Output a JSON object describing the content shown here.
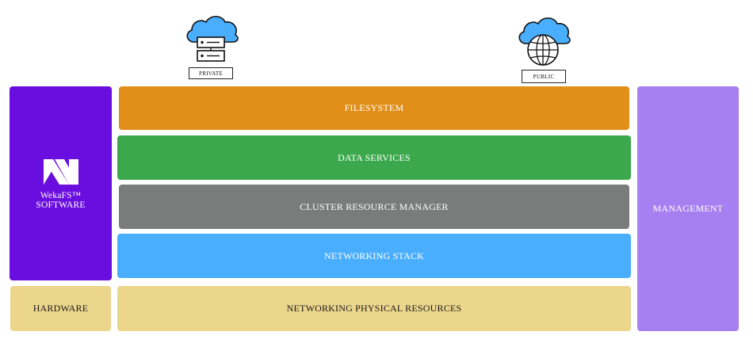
{
  "clouds": {
    "private": {
      "label": "PRIVATE",
      "icon": "server-cloud-icon"
    },
    "public": {
      "label": "PUBLIC",
      "icon": "globe-cloud-icon"
    }
  },
  "left": {
    "software_line1": "WekaFS™",
    "software_line2": "SOFTWARE",
    "logo_icon": "weka-logo-icon",
    "hardware": "HARDWARE"
  },
  "stack": {
    "filesystem": "FILESYSTEM",
    "data_services": "DATA SERVICES",
    "cluster": "CLUSTER RESOURCE MANAGER",
    "networking": "NETWORKING STACK",
    "physical": "NETWORKING PHYSICAL RESOURCES"
  },
  "right": {
    "management": "MANAGEMENT"
  },
  "colors": {
    "weka": "#6a0ddf",
    "filesystem": "#e18f19",
    "data_services": "#3ca84d",
    "cluster": "#7a7c7b",
    "networking": "#4aaeff",
    "physical": "#ecd68c",
    "management": "#a67ff0",
    "cloud": "#4aaeff"
  }
}
